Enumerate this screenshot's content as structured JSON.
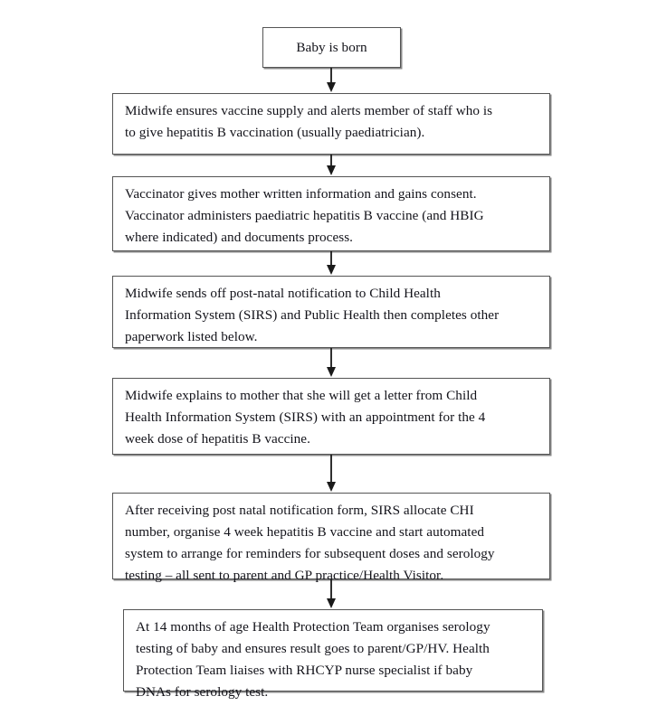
{
  "document": {
    "title": "Hepatitis B birth dose pathway flowchart",
    "background_color": "#ffffff",
    "box_border_color": "#555555",
    "box_fill_color": "#ffffff",
    "text_color": "#13131a",
    "connector_color": "#1a1a1a"
  },
  "flowchart": {
    "type": "flowchart",
    "orientation": "top-to-bottom",
    "node_count": 7,
    "connector_count": 6,
    "nodes": [
      {
        "id": "node-1",
        "shape": "rectangle",
        "text": "Baby is born",
        "align": "center"
      },
      {
        "id": "node-2",
        "shape": "rectangle",
        "text": "Midwife ensures vaccine supply and alerts member of staff who is\nto give hepatitis B vaccination (usually paediatrician).",
        "align": "left"
      },
      {
        "id": "node-3",
        "shape": "rectangle",
        "text": "Vaccinator gives mother written information and gains consent.\nVaccinator administers paediatric hepatitis B vaccine (and HBIG\nwhere indicated) and documents process.",
        "align": "left"
      },
      {
        "id": "node-4",
        "shape": "rectangle",
        "text": "Midwife sends off post-natal notification to Child Health\nInformation System (SIRS) and Public Health then completes other\npaperwork listed below.",
        "align": "left"
      },
      {
        "id": "node-5",
        "shape": "rectangle",
        "text": "Midwife explains to mother that she will get a letter from Child\nHealth Information System (SIRS) with an appointment for the 4\nweek dose of hepatitis B vaccine.",
        "align": "left"
      },
      {
        "id": "node-6",
        "shape": "rectangle",
        "text": "After receiving post natal notification form, SIRS allocate CHI\nnumber, organise 4 week hepatitis B vaccine and start automated\nsystem to arrange for reminders for subsequent doses and serology\ntesting – all sent to parent and GP practice/Health Visitor.",
        "align": "left"
      },
      {
        "id": "node-7",
        "shape": "rectangle",
        "text": "At 14 months of age Health Protection Team organises serology\ntesting of baby and ensures result goes to parent/GP/HV. Health\nProtection Team liaises with RHCYP nurse specialist if baby\nDNAs for serology test.",
        "align": "left"
      }
    ],
    "connectors": [
      {
        "id": "connector-1",
        "from": "node-1",
        "to": "node-2",
        "style": "arrow-down"
      },
      {
        "id": "connector-2",
        "from": "node-2",
        "to": "node-3",
        "style": "arrow-down"
      },
      {
        "id": "connector-3",
        "from": "node-3",
        "to": "node-4",
        "style": "arrow-down"
      },
      {
        "id": "connector-4",
        "from": "node-4",
        "to": "node-5",
        "style": "arrow-down"
      },
      {
        "id": "connector-5",
        "from": "node-5",
        "to": "node-6",
        "style": "arrow-down"
      },
      {
        "id": "connector-6",
        "from": "node-6",
        "to": "node-7",
        "style": "arrow-down"
      }
    ]
  }
}
